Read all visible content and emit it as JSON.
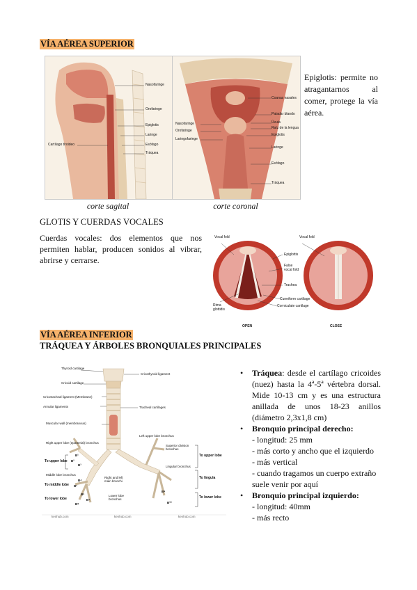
{
  "upper": {
    "heading": "VÍA AÉREA SUPERIOR",
    "epiglottis_text": "Epiglotis: permite no atragantarnos al comer, protege la vía aérea.",
    "captions": {
      "sagittal": "corte sagital",
      "coronal": "corte coronal"
    },
    "sagittal_labels": [
      "Nasofaringe",
      "Orofaringe",
      "Epiglotis",
      "Laringe",
      "Esófago",
      "Tráquea",
      "Cartílago tiroideo"
    ],
    "coronal_labels": [
      "Coanas nasales",
      "Paladar blando",
      "Úvula",
      "Raíz de la lengua",
      "Epiglotis",
      "Nasofaringe",
      "Orofaringe",
      "Laringofaringe",
      "Laringe",
      "Esófago",
      "Tráquea"
    ]
  },
  "glottis": {
    "heading": "GLOTIS Y CUERDAS VOCALES",
    "text": "Cuerdas vocales: dos elementos que nos permiten hablar, producen sonidos al vibrar, abrirse y cerrarse.",
    "labels": [
      "Vocal fold",
      "Vocal fold",
      "Epiglottis",
      "False vocal fold",
      "Trachea",
      "Cuneiform cartilage",
      "Corniculate cartilage",
      "Rima glottidis"
    ],
    "open_label": "OPEN",
    "close_label": "CLOSE"
  },
  "lower": {
    "heading": "VÍA AÉREA INFERIOR",
    "subheading": "TRÁQUEA Y ÁRBOLES BRONQUIALES PRINCIPALES",
    "diagram_labels": {
      "left": [
        "Thyroid cartilage",
        "Cricoid cartilage",
        "Cricotracheal ligament (Membrane)",
        "Annular ligaments",
        "Muscular wall (membranous)",
        "Right upper lobe (eparterial) bronchus",
        "To upper lobe",
        "Middle lobe bronchus",
        "To middle lobe",
        "To lower lobe"
      ],
      "center": [
        "Cricothyroid ligament",
        "Tracheal cartilages",
        "Right and left main bronchi",
        "Lower lobe bronchus",
        "Left upper lobe bronchus"
      ],
      "right": [
        "Superior division bronchus",
        "To upper lobe",
        "Lingular bronchus",
        "To lingula",
        "To lower lobe"
      ],
      "segments": [
        "B¹",
        "B²",
        "B³",
        "B⁴",
        "B⁵",
        "B⁶",
        "B⁷",
        "B⁸",
        "B⁹",
        "B¹⁰"
      ],
      "footer": [
        "kenhub.com",
        "kenhub.com",
        "kenhub.com"
      ]
    },
    "trachea": {
      "title": "Tráquea",
      "text": ": desde el cartílago cricoides (nuez) hasta la 4ª-5ª vértebra dorsal. Mide 10-13 cm y es una estructura anillada de unos 18-23 anillos (diámetro 2,3x1,8 cm)"
    },
    "right_bronchus": {
      "title": "Bronquio principal derecho:",
      "points": [
        "- longitud: 25 mm",
        "- más corto y ancho que el izquierdo",
        "- más vertical",
        "- cuando tragamos un cuerpo extraño suele venir por aquí"
      ]
    },
    "left_bronchus": {
      "title": "Bronquio principal izquierdo:",
      "points": [
        "- longitud: 40mm",
        "- más recto"
      ]
    },
    "bullet_char": "•"
  },
  "colors": {
    "highlight": "#f6b26b",
    "tissue": "#d9826e",
    "tissue_dark": "#b84d3f",
    "cartilage": "#efe3d0"
  }
}
